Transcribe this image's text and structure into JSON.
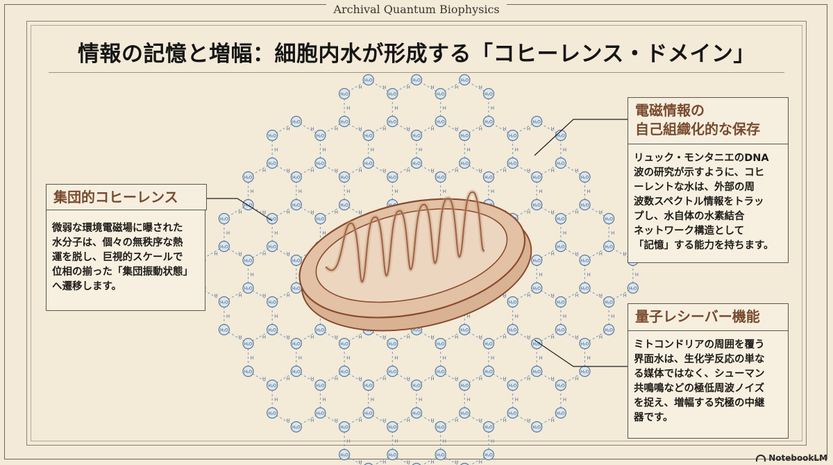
{
  "header": {
    "subtitle": "Archival Quantum Biophysics",
    "title": "情報の記憶と増幅：細胞内水が形成する「コヒーレンス・ドメイン」"
  },
  "panels": {
    "left": {
      "heading": "集団的コヒーレンス",
      "lines": [
        "微弱な環境電磁場に曝された",
        "水分子は、個々の無秩序な熱",
        "運を脱し、巨視的スケールで",
        "位相の揃った「集団振動状態」",
        "へ遷移します。"
      ]
    },
    "top_right": {
      "heading_lines": [
        "電磁情報の",
        "自己組織化的な保存"
      ],
      "lines": [
        "リュック・モンタニエのDNA",
        "波の研究が示すように、コヒ",
        "ーレントな水は、外部の周",
        "波数スペクトル情報をトラッ",
        "プし、水自体の水素結合",
        "ネットワーク構造として",
        "「記憶」する能力を持ちます。"
      ]
    },
    "bottom_right": {
      "heading": "量子レシーバー機能",
      "lines": [
        "ミトコンドリアの周囲を覆う",
        "界面水は、生化学反応の単な",
        "る媒体ではなく、シューマン",
        "共鳴鳴などの極低周波ノイズ",
        "を捉え、増幅する究極の中継",
        "器です。"
      ]
    }
  },
  "diagram": {
    "molecule_label": "H₂O",
    "bond_label": "H",
    "colors": {
      "water": "#7f9fbf",
      "water_fill": "#dbe6ee",
      "mito": "#8a4a2e",
      "mito_fill": "#e2c1a4"
    }
  },
  "footer": {
    "logo_text": "NotebookLM"
  }
}
